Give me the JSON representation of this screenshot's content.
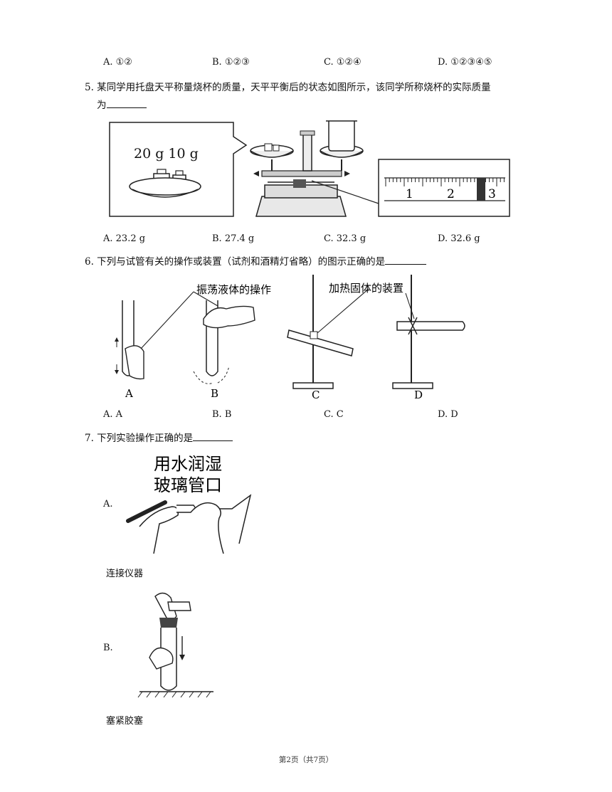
{
  "q4": {
    "options": [
      "A. ①②",
      "B. ①②③",
      "C. ①②④",
      "D. ①②③④⑤"
    ]
  },
  "q5": {
    "stem_line1": "5. 某同学用托盘天平称量烧杯的质量，天平平衡后的状态如图所示，该同学所称烧杯的实际质量",
    "stem_line2": "为",
    "figure": {
      "weight_label": "20 g 10 g",
      "scale_ticks": [
        "1",
        "2",
        "3"
      ]
    },
    "options": [
      "A. 23.2 g",
      "B. 27.4 g",
      "C. 32.3 g",
      "D. 32.6 g"
    ]
  },
  "q6": {
    "stem": "6. 下列与试管有关的操作或装置（试剂和酒精灯省略）的图示正确的是",
    "figure": {
      "label_shake": "振荡液体的操作",
      "label_heat": "加热固体的装置",
      "panel_letters": [
        "A",
        "B",
        "C",
        "D"
      ]
    },
    "options": [
      "A. A",
      "B. B",
      "C. C",
      "D. D"
    ]
  },
  "q7": {
    "stem": "7. 下列实验操作正确的是",
    "optionA": {
      "letter": "A.",
      "img_text_line1": "用水润湿",
      "img_text_line2": "玻璃管口",
      "caption": "连接仪器"
    },
    "optionB": {
      "letter": "B.",
      "caption": "塞紧胶塞"
    }
  },
  "footer": "第2页（共7页）"
}
